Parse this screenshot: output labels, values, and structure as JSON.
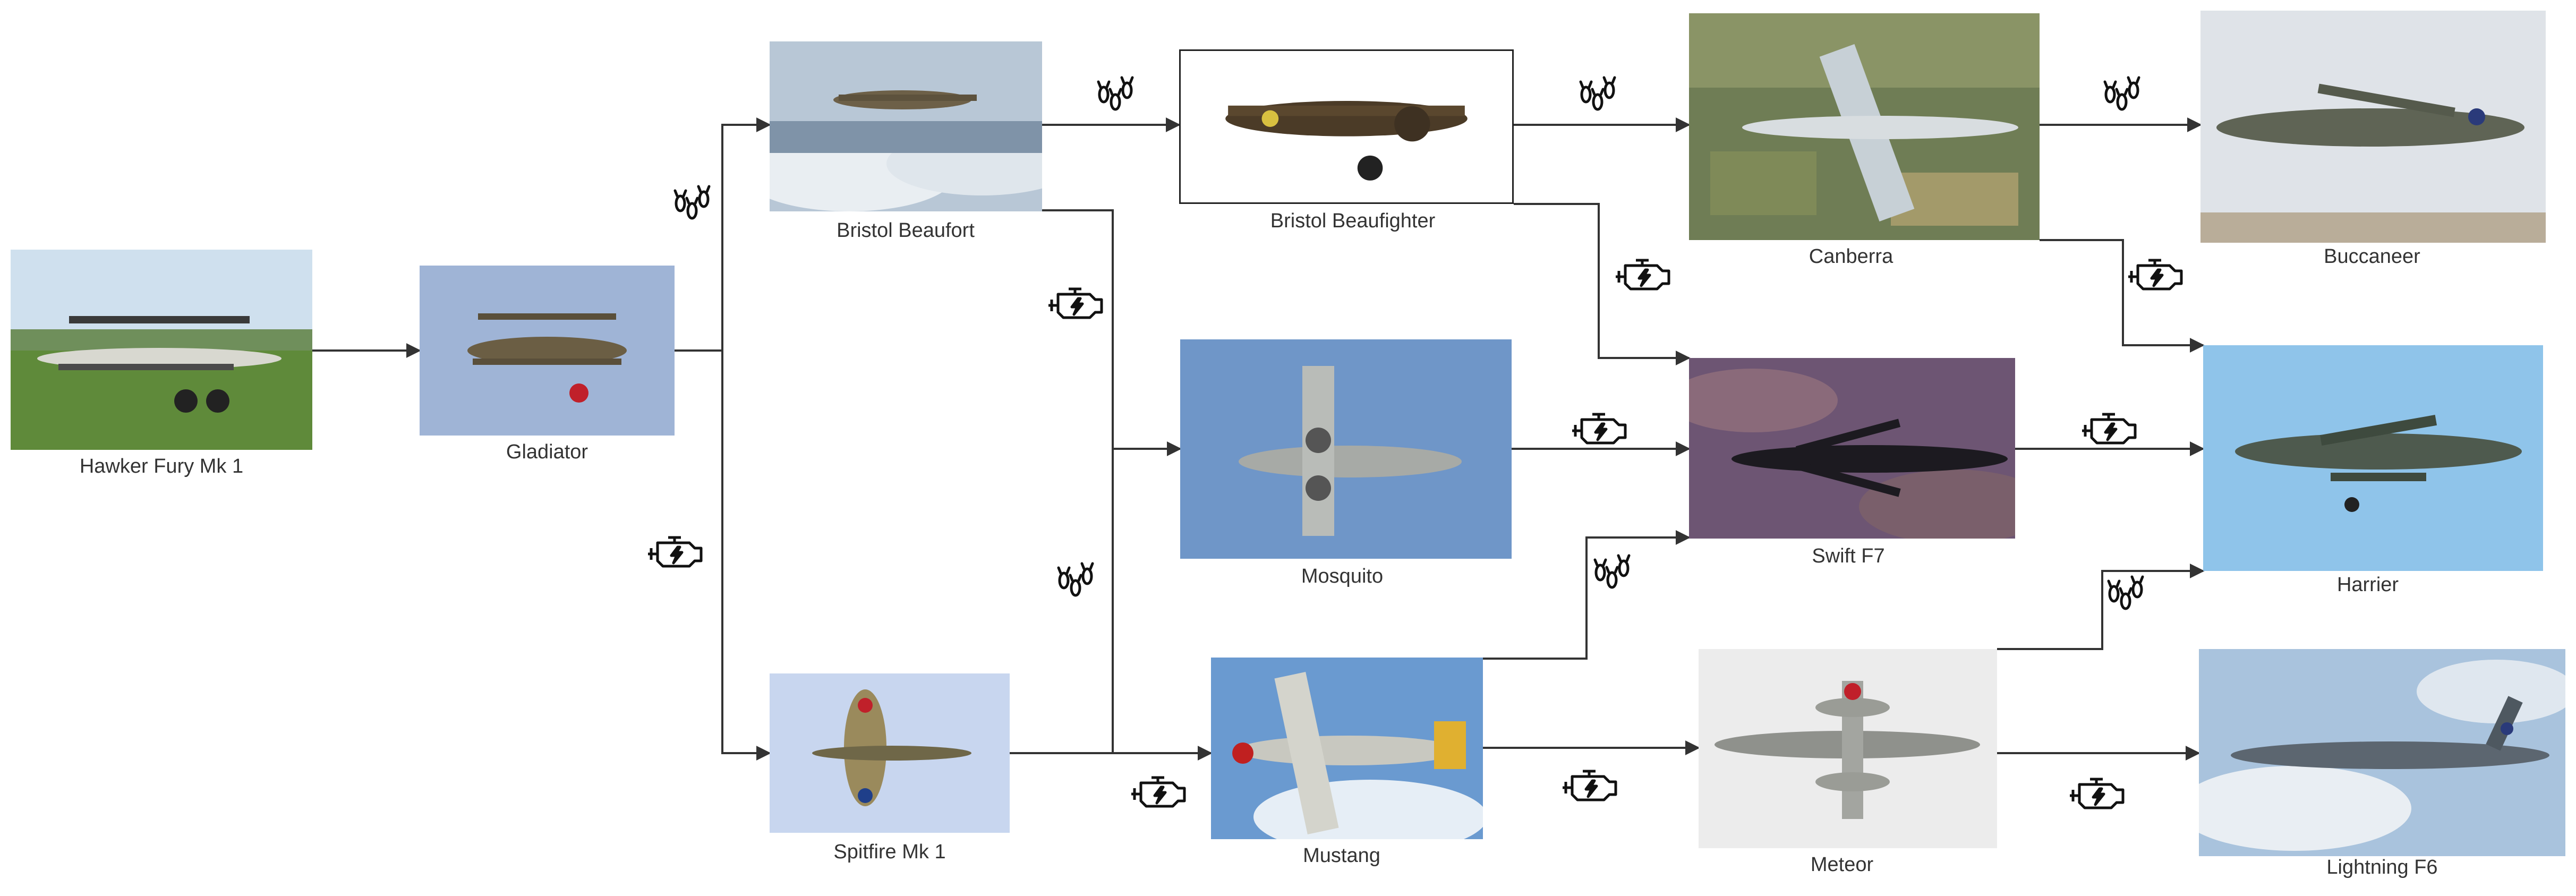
{
  "legend_icons": {
    "bomb": "bomb-upgrade-icon",
    "engine": "engine-upgrade-icon"
  },
  "colors": {
    "line": "#333333",
    "caption": "#333333",
    "icon": "#111111"
  },
  "nodes": [
    {
      "id": "hawker-fury-mk1",
      "label": "Hawker Fury Mk 1",
      "photo_bg": "sky-grass"
    },
    {
      "id": "gladiator",
      "label": "Gladiator",
      "photo_bg": "pale-blue"
    },
    {
      "id": "bristol-beaufort",
      "label": "Bristol Beaufort",
      "photo_bg": "clouds"
    },
    {
      "id": "bristol-beaufighter",
      "label": "Bristol Beaufighter",
      "photo_bg": "white",
      "framed": true
    },
    {
      "id": "canberra",
      "label": "Canberra",
      "photo_bg": "farmland"
    },
    {
      "id": "buccaneer",
      "label": "Buccaneer",
      "photo_bg": "overcast"
    },
    {
      "id": "mosquito",
      "label": "Mosquito",
      "photo_bg": "blue"
    },
    {
      "id": "swift-f7",
      "label": "Swift F7",
      "photo_bg": "purple-terrain"
    },
    {
      "id": "harrier",
      "label": "Harrier",
      "photo_bg": "light-blue"
    },
    {
      "id": "spitfire-mk1",
      "label": "Spitfire Mk 1",
      "photo_bg": "lavender"
    },
    {
      "id": "mustang",
      "label": "Mustang",
      "photo_bg": "sky-blue"
    },
    {
      "id": "meteor",
      "label": "Meteor",
      "photo_bg": "hazy-white"
    },
    {
      "id": "lightning-f6",
      "label": "Lightning F6",
      "photo_bg": "cloudy-blue"
    }
  ],
  "edges": [
    {
      "from": "hawker-fury-mk1",
      "to": "gladiator",
      "upgrade": "none"
    },
    {
      "from": "gladiator",
      "to": "bristol-beaufort",
      "upgrade": "bomb"
    },
    {
      "from": "gladiator",
      "to": "spitfire-mk1",
      "upgrade": "engine"
    },
    {
      "from": "bristol-beaufort",
      "to": "bristol-beaufighter",
      "upgrade": "bomb"
    },
    {
      "from": "bristol-beaufort",
      "to": "mosquito",
      "upgrade": "engine"
    },
    {
      "from": "spitfire-mk1",
      "to": "mosquito",
      "upgrade": "bomb"
    },
    {
      "from": "spitfire-mk1",
      "to": "mustang",
      "upgrade": "engine"
    },
    {
      "from": "bristol-beaufighter",
      "to": "canberra",
      "upgrade": "bomb"
    },
    {
      "from": "bristol-beaufighter",
      "to": "swift-f7",
      "upgrade": "engine"
    },
    {
      "from": "mosquito",
      "to": "swift-f7",
      "upgrade": "engine"
    },
    {
      "from": "mustang",
      "to": "swift-f7",
      "upgrade": "bomb"
    },
    {
      "from": "mustang",
      "to": "meteor",
      "upgrade": "engine"
    },
    {
      "from": "canberra",
      "to": "buccaneer",
      "upgrade": "bomb"
    },
    {
      "from": "canberra",
      "to": "harrier",
      "upgrade": "engine"
    },
    {
      "from": "swift-f7",
      "to": "harrier",
      "upgrade": "engine"
    },
    {
      "from": "meteor",
      "to": "harrier",
      "upgrade": "bomb"
    },
    {
      "from": "meteor",
      "to": "lightning-f6",
      "upgrade": "engine"
    }
  ]
}
